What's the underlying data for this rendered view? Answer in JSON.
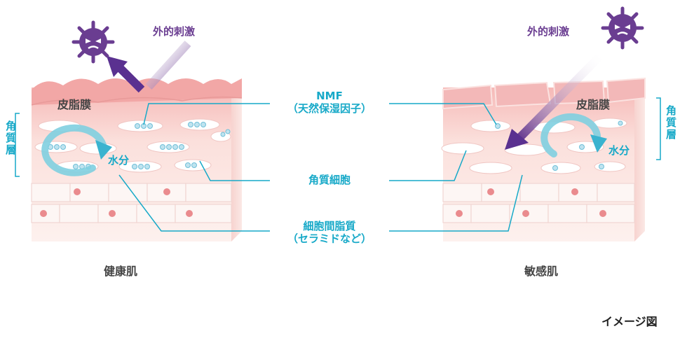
{
  "external_stimulus": "外的刺激",
  "sebum_membrane": "皮脂膜",
  "stratum_corneum": "角質層",
  "water": "水分",
  "nmf_line1": "NMF",
  "nmf_line2": "（天然保湿因子）",
  "corneocyte": "角質細胞",
  "intercellular_line1": "細胞間脂質",
  "intercellular_line2": "（セラミドなど）",
  "healthy_skin": "健康肌",
  "sensitive_skin": "敏感肌",
  "image_note": "イメージ図",
  "colors": {
    "teal": "#17a9c8",
    "purple": "#6a3d91",
    "skin_pink": "#f6c9c6",
    "cell_red": "#e47a7e"
  }
}
